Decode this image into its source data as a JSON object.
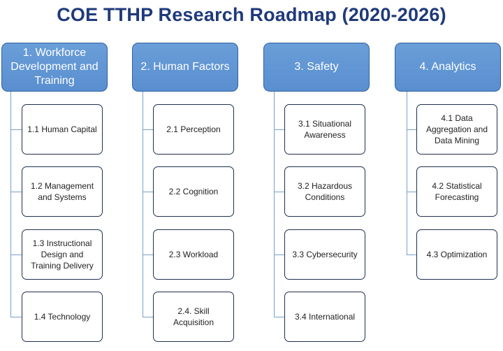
{
  "title": "COE TTHP Research Roadmap (2020-2026)",
  "categories": [
    {
      "label": "1. Workforce Development and Training",
      "items": [
        "1.1 Human Capital",
        "1.2 Management and Systems",
        "1.3 Instructional Design and Training Delivery",
        "1.4 Technology"
      ]
    },
    {
      "label": "2. Human Factors",
      "items": [
        "2.1 Perception",
        "2.2 Cognition",
        "2.3 Workload",
        "2.4. Skill Acquisition"
      ]
    },
    {
      "label": "3. Safety",
      "items": [
        "3.1 Situational Awareness",
        "3.2 Hazardous Conditions",
        "3.3 Cybersecurity",
        "3.4 International"
      ]
    },
    {
      "label": "4. Analytics",
      "items": [
        "4.1 Data Aggregation and Data Mining",
        "4.2 Statistical Forecasting",
        "4.3 Optimization"
      ]
    }
  ]
}
